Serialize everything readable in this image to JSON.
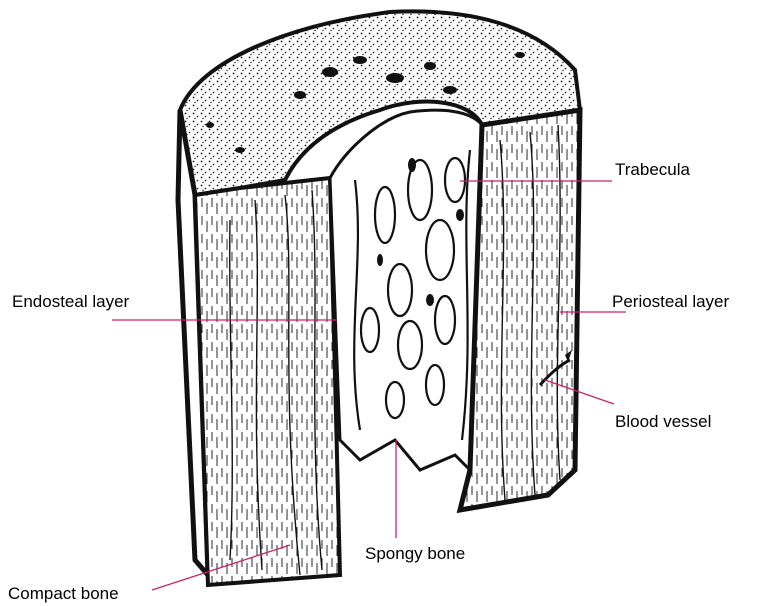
{
  "labels": {
    "trabecula": "Trabecula",
    "endosteal": "Endosteal layer",
    "periosteal": "Periosteal layer",
    "blood_vessel": "Blood vessel",
    "spongy": "Spongy bone",
    "compact": "Compact bone"
  },
  "colors": {
    "leader": "#cc1f6e",
    "ink": "#111111",
    "paper": "#ffffff"
  },
  "illustration": "bone-cross-section"
}
